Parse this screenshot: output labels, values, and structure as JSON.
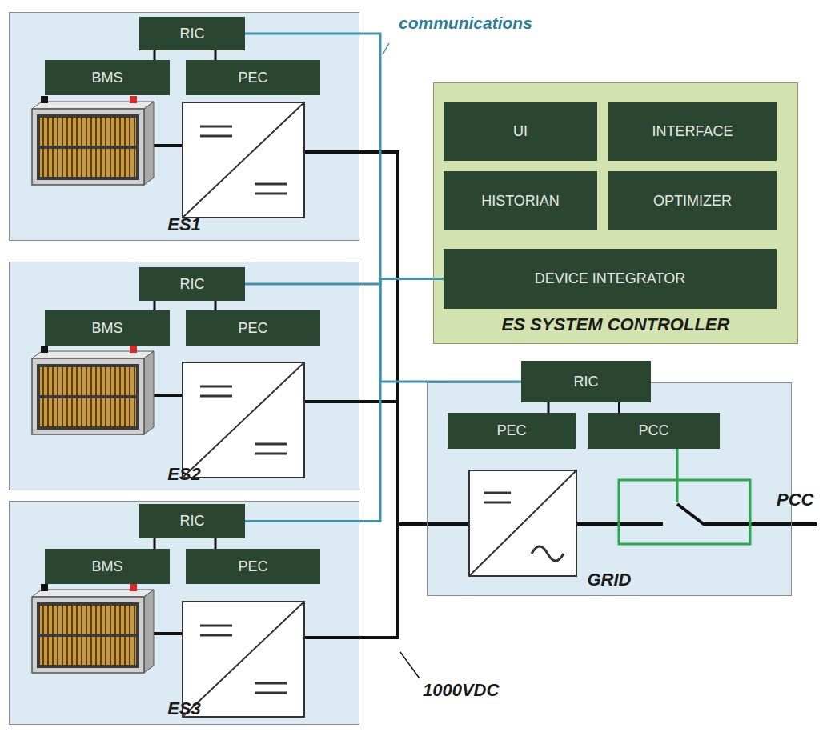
{
  "diagram": {
    "nodes": [
      {
        "text": [
          "ES1"
        ]
      },
      {
        "text": [
          "RIC"
        ],
        "in": 0
      },
      {
        "text": [
          "BMS"
        ],
        "in": 0
      },
      {
        "text": [
          "PEC"
        ],
        "in": 0
      },
      {
        "text": [
          "ES SYSTEM CONTROLLER"
        ]
      },
      {
        "text": [
          "UI"
        ],
        "in": 4
      },
      {
        "text": [
          "INTERFACE"
        ],
        "in": 4
      },
      {
        "text": [
          "HISTORIAN"
        ],
        "in": 4
      },
      {
        "text": [
          "OPTIMIZER"
        ],
        "in": 4
      },
      {
        "text": [
          "DEVICE INTEGRATOR"
        ],
        "in": 4
      },
      {
        "text": [
          "ES2"
        ]
      },
      {
        "text": [
          "RIC"
        ],
        "in": 10
      },
      {
        "text": [
          "BMS"
        ],
        "in": 10
      },
      {
        "text": [
          "PEC"
        ],
        "in": 10
      },
      {
        "text": [
          "GRID"
        ]
      },
      {
        "text": [
          "RIC"
        ],
        "in": 14
      },
      {
        "text": [
          "PEC"
        ],
        "in": 14
      },
      {
        "text": [
          "PCC"
        ],
        "in": 14
      },
      {
        "text": [
          "ES3"
        ]
      },
      {
        "text": [
          "RIC"
        ],
        "in": 18
      },
      {
        "text": [
          "BMS"
        ],
        "in": 18
      },
      {
        "text": [
          "PEC"
        ],
        "in": 18
      }
    ],
    "edges": [
      {
        "from": 1,
        "to": 2,
        "arrow": "none"
      },
      {
        "from": 1,
        "to": 3,
        "arrow": "none"
      },
      {
        "from": 11,
        "to": 12,
        "arrow": "none"
      },
      {
        "from": 11,
        "to": 13,
        "arrow": "none"
      },
      {
        "from": 15,
        "to": 16,
        "arrow": "none"
      },
      {
        "from": 15,
        "to": 17,
        "arrow": "none"
      },
      {
        "from": 19,
        "to": 20,
        "arrow": "none"
      },
      {
        "from": 19,
        "to": 21,
        "arrow": "none"
      },
      {
        "from": 1,
        "to": 9,
        "arrow": "none"
      },
      {
        "from": 11,
        "to": 9,
        "arrow": "none"
      },
      {
        "from": 19,
        "to": 9,
        "arrow": "none"
      },
      {
        "from": 15,
        "to": 9,
        "arrow": "none"
      }
    ],
    "labels": [
      "communications",
      "1000VDC",
      "PCC"
    ]
  }
}
